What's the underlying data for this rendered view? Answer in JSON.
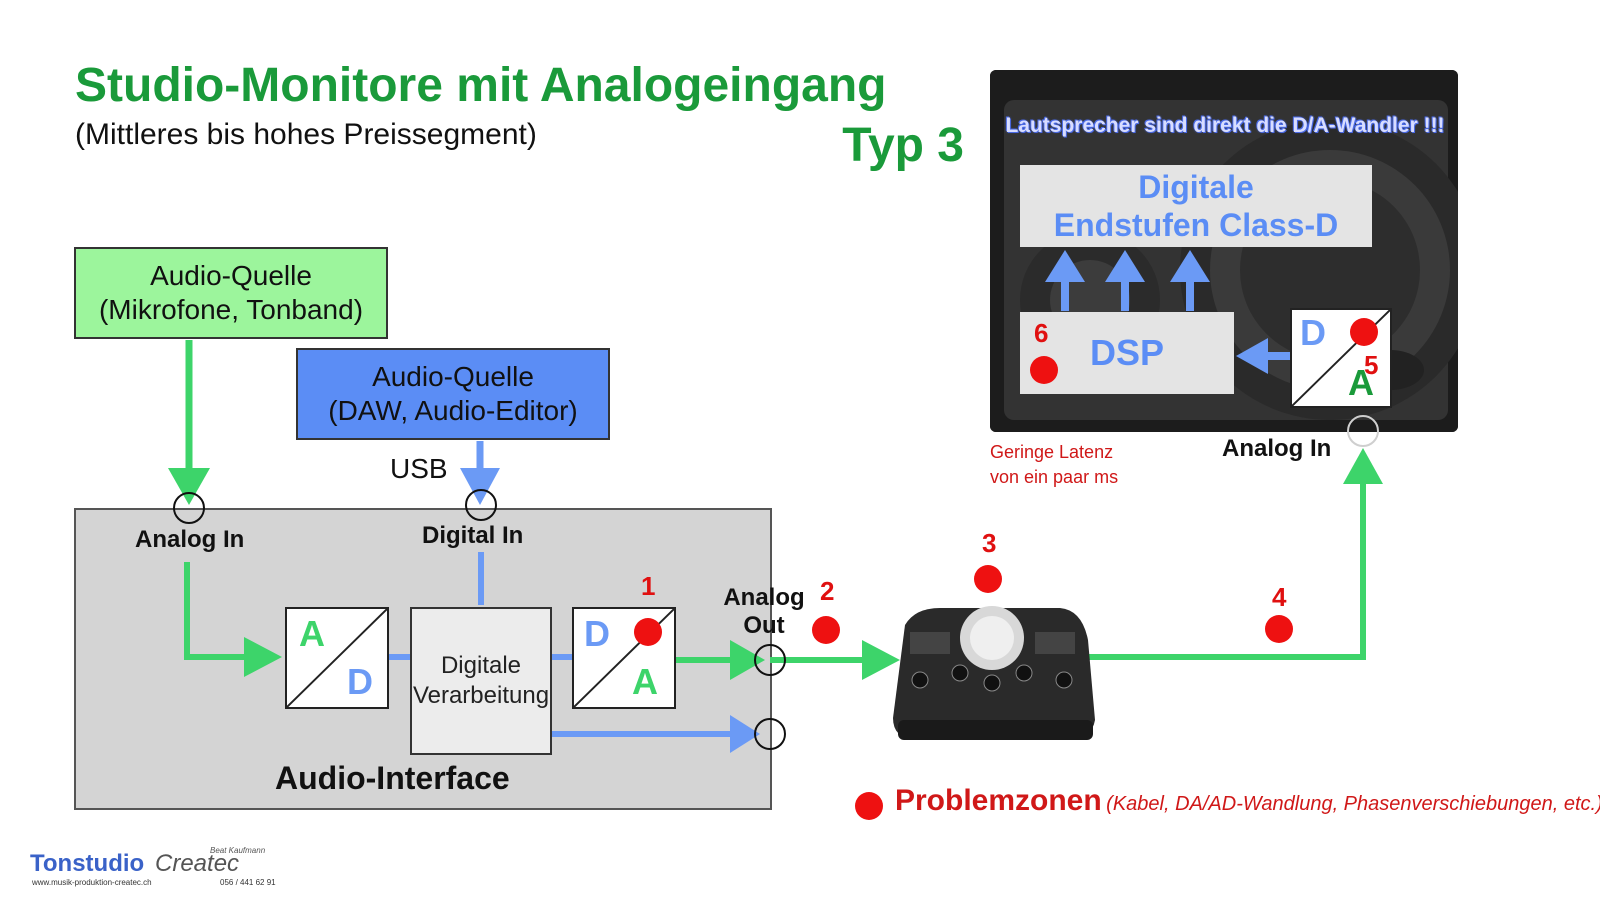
{
  "title": "Studio-Monitore mit Analogeingang",
  "subtitle": "(Mittleres bis hohes Preissegment)",
  "typ": "Typ 3",
  "sources": {
    "analog": {
      "line1": "Audio-Quelle",
      "line2": "(Mikrofone, Tonband)"
    },
    "digital": {
      "line1": "Audio-Quelle",
      "line2": "(DAW, Audio-Editor)"
    }
  },
  "usb_label": "USB",
  "interface": {
    "title": "Audio-Interface",
    "analog_in": "Analog In",
    "digital_in": "Digital In",
    "analog_out_1": "Analog",
    "analog_out_2": "Out",
    "ad": {
      "top": "A",
      "bottom": "D"
    },
    "processing": {
      "line1": "Digitale",
      "line2": "Verarbeitung"
    },
    "da": {
      "top": "D",
      "bottom": "A"
    }
  },
  "speaker": {
    "top_note": "Lautsprecher sind direkt die D/A-Wandler !!!",
    "amps": {
      "line1": "Digitale",
      "line2": "Endstufen Class-D"
    },
    "dsp": "DSP",
    "da": {
      "top": "D",
      "bottom": "A"
    },
    "analog_in": "Analog In"
  },
  "latency": {
    "line1": "Geringe Latenz",
    "line2": "von ein paar ms"
  },
  "problem_numbers": [
    "1",
    "2",
    "3",
    "4",
    "5",
    "6"
  ],
  "legend": {
    "label": "Problemzonen",
    "note": "(Kabel, DA/AD-Wandlung, Phasenverschiebungen, etc.)"
  },
  "brand": {
    "name1": "Tonstudio",
    "name2": "Createc",
    "owner": "Beat Kaufmann",
    "url": "www.musik-produktion-createc.ch",
    "phone": "056 / 441 62 91"
  },
  "colors": {
    "green_title": "#1a9a3a",
    "signal_green": "#3dd46a",
    "signal_blue": "#6b9af5",
    "problem_red": "#ee1111"
  },
  "icons": {
    "monitor_controller": "monitor-controller-icon",
    "connector": "connector-circle-icon"
  }
}
